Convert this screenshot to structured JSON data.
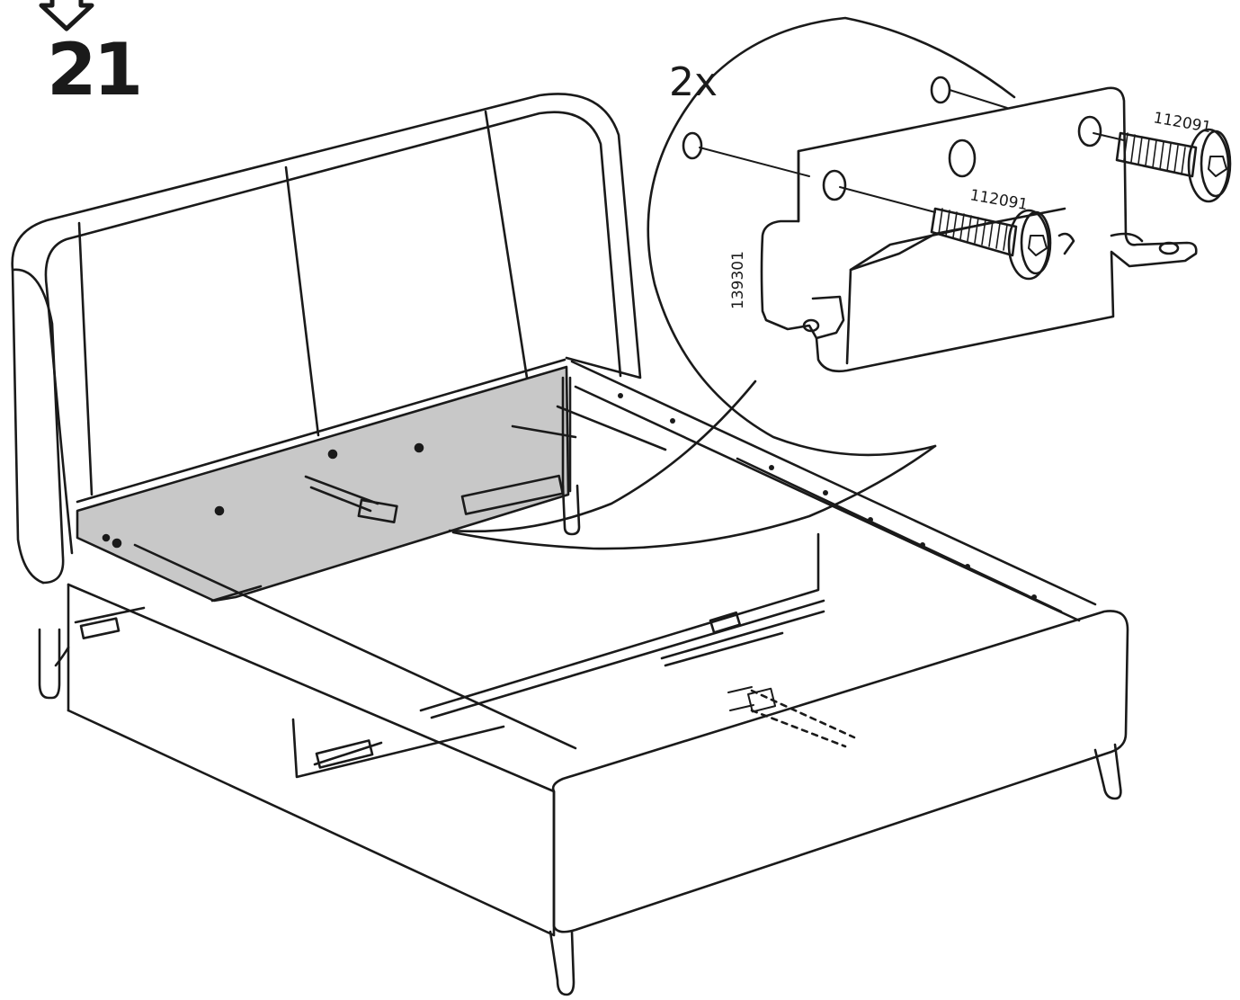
{
  "step": {
    "number": "21",
    "icon": "step-arrow-icon"
  },
  "detail": {
    "quantity": "2x",
    "part_vertical": "139301",
    "screw_label_top": "112091",
    "screw_label_bottom": "112091"
  },
  "colors": {
    "line": "#1a1a1a",
    "panel_fill": "#c8c8c8",
    "background": "#ffffff"
  }
}
